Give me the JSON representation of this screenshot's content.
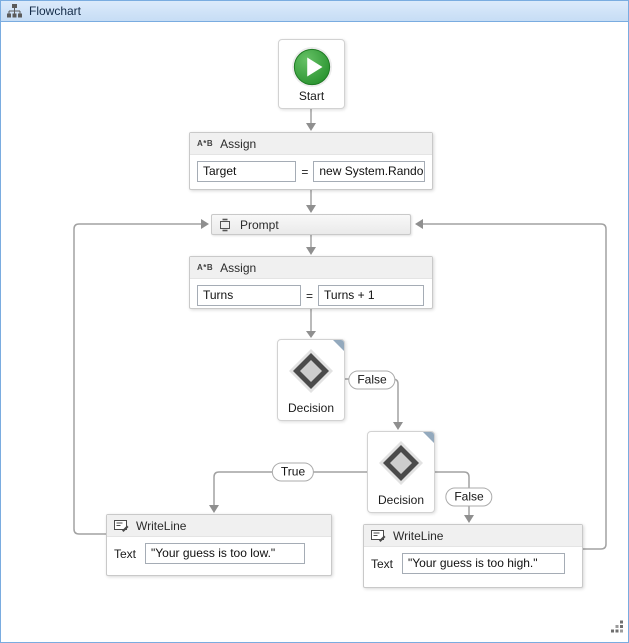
{
  "window": {
    "title": "Flowchart"
  },
  "canvas": {
    "start": {
      "label": "Start"
    },
    "assign1": {
      "icon_label": "A*B",
      "title": "Assign",
      "to_value": "Target",
      "equals": "=",
      "expr_value": "new System.Random"
    },
    "prompt": {
      "title": "Prompt"
    },
    "assign2": {
      "icon_label": "A*B",
      "title": "Assign",
      "to_value": "Turns",
      "equals": "=",
      "expr_value": "Turns + 1"
    },
    "decision1": {
      "label": "Decision",
      "false_label": "False"
    },
    "decision2": {
      "label": "Decision",
      "true_label": "True",
      "false_label": "False"
    },
    "writeline1": {
      "title": "WriteLine",
      "text_label": "Text",
      "value": "\"Your guess is too low.\""
    },
    "writeline2": {
      "title": "WriteLine",
      "text_label": "Text",
      "value": "\"Your guess is too high.\""
    }
  },
  "colors": {
    "frame-border": "#7aace0",
    "titlebar-bg": "#cde3f7",
    "connector": "#a2a2a2",
    "arrow": "#8f8f8f",
    "start-green": "#2a9430",
    "header-bg": "#f0f0f0",
    "notch-blue": "#93a9bd"
  }
}
